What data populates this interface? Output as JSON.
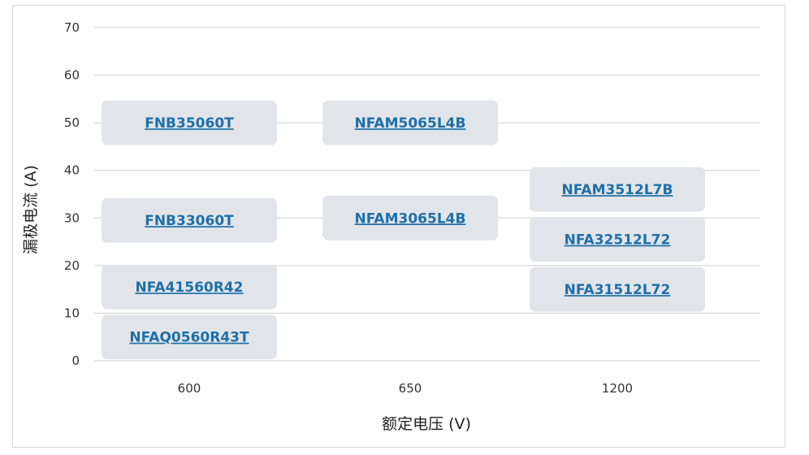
{
  "chart_data": {
    "type": "table",
    "xlabel": "额定电压 (V)",
    "ylabel": "漏极电流 (A)",
    "ylim": [
      0,
      70
    ],
    "yticks": [
      "0",
      "10",
      "20",
      "30",
      "40",
      "50",
      "60",
      "70"
    ],
    "categories": [
      "600",
      "650",
      "1200"
    ],
    "grid": true,
    "products": [
      {
        "name": "FNB35060T",
        "category": "600",
        "y": 50
      },
      {
        "name": "FNB33060T",
        "category": "600",
        "y": 29.5
      },
      {
        "name": "NFA41560R42",
        "category": "600",
        "y": 15.5
      },
      {
        "name": "NFAQ0560R43T",
        "category": "600",
        "y": 5
      },
      {
        "name": "NFAM5065L4B",
        "category": "650",
        "y": 50
      },
      {
        "name": "NFAM3065L4B",
        "category": "650",
        "y": 30
      },
      {
        "name": "NFAM3512L7B",
        "category": "1200",
        "y": 36
      },
      {
        "name": "NFA32512L72",
        "category": "1200",
        "y": 25.5
      },
      {
        "name": "NFA31512L72",
        "category": "1200",
        "y": 15
      }
    ]
  },
  "colors": {
    "box": "#e1e5ea",
    "link": "#1f6fa8",
    "grid": "#cfcfcf"
  }
}
